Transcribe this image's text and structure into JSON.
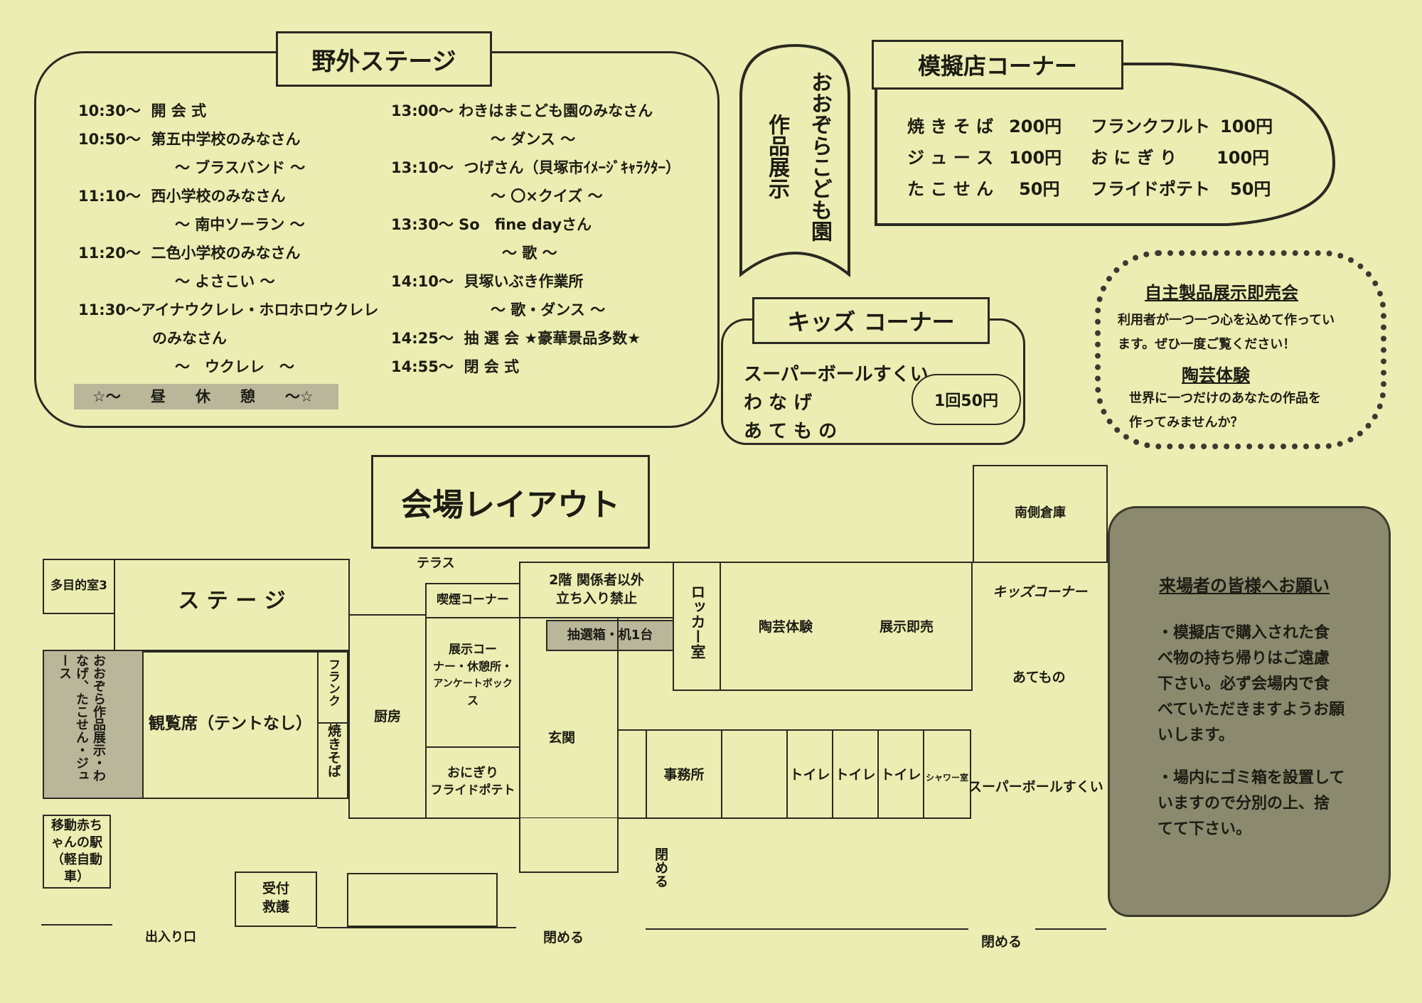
{
  "stage": {
    "title": "野外ステージ",
    "left": [
      {
        "time": "10:30〜",
        "text": "開 会 式"
      },
      {
        "time": "10:50〜",
        "text": "第五中学校のみなさん"
      },
      {
        "time": "",
        "text": "〜 ブラスバンド 〜"
      },
      {
        "time": "11:10〜",
        "text": "西小学校のみなさん"
      },
      {
        "time": "",
        "text": "〜 南中ソーラン 〜"
      },
      {
        "time": "11:20〜",
        "text": "二色小学校のみなさん"
      },
      {
        "time": "",
        "text": "〜 よさこい 〜"
      },
      {
        "time": "11:30〜",
        "text": "アイナウクレレ・ホロホロウクレレ"
      },
      {
        "time": "",
        "text": "のみなさん"
      },
      {
        "time": "",
        "text": "〜　ウクレレ　〜"
      }
    ],
    "lunch": "☆〜　　昼　　休　　憩　　〜☆",
    "right": [
      {
        "time": "13:00〜",
        "text": "わきはまこども園のみなさん"
      },
      {
        "time": "",
        "text": "〜 ダンス 〜"
      },
      {
        "time": "13:10〜",
        "text": "つげさん（貝塚市ｲﾒｰｼﾞｷｬﾗｸﾀｰ）"
      },
      {
        "time": "",
        "text": "〜 〇×クイズ 〜"
      },
      {
        "time": "13:30〜",
        "text": "So　fine dayさん"
      },
      {
        "time": "",
        "text": "〜 歌 〜"
      },
      {
        "time": "14:10〜",
        "text": "貝塚いぶき作業所"
      },
      {
        "time": "",
        "text": "〜 歌・ダンス 〜"
      },
      {
        "time": "14:25〜",
        "text": "抽 選 会 ★豪華景品多数★"
      },
      {
        "time": "14:55〜",
        "text": "閉 会 式"
      }
    ]
  },
  "exhibit": {
    "line1": "作品展示",
    "line2": "おおぞらこども園"
  },
  "mogi": {
    "title": "模擬店コーナー",
    "items": [
      {
        "name": "焼 き そ ば",
        "price": "200円"
      },
      {
        "name": "ジ ュ ー ス",
        "price": "100円"
      },
      {
        "name": "た こ せ ん",
        "price": "50円"
      },
      {
        "name": "フランクフルト",
        "price": "100円"
      },
      {
        "name": "お に ぎ り",
        "price": "100円"
      },
      {
        "name": "フライドポテト",
        "price": "50円"
      }
    ]
  },
  "kids": {
    "title": "キッズ コーナー",
    "items": [
      "スーパーボールすくい",
      "わ な げ",
      "あ て も の"
    ],
    "price": "1回50円"
  },
  "selfmade": {
    "title": "自主製品展示即売会",
    "text1": "利用者が一つ一つ心を込めて作ってい",
    "text2": "ます。ぜひ一度ご覧ください！",
    "title2": "陶芸体験",
    "text3": "世界に一つだけのあなたの作品を",
    "text4": "作ってみませんか？"
  },
  "layout": {
    "title": "会場レイアウト",
    "rooms": {
      "tamokuteki": "多目的室3",
      "stage": "ス テ ー ジ",
      "terrace": "テラス",
      "kitsuen": "喫煙コーナー",
      "nikai1": "2階 関係者以外",
      "nikai2": "立ち入り禁止",
      "chusen": "抽選箱・机1台",
      "locker": "ロッカー室",
      "tougei": "陶芸体験",
      "hanbai": "展示即売",
      "minami": "南側倉庫",
      "kidscorner": "キッズコーナー",
      "atemono": "あてもの",
      "superball": "スーパーボールすくい",
      "ozora": "おおぞら作品展示・わなげ、たこせん・ジュース",
      "kanran": "観覧席（テントなし）",
      "frank": "フランク",
      "yakisoba": "焼きそば",
      "chubo": "厨房",
      "tenji1": "展示コー",
      "tenji2": "ナー・休憩所・",
      "tenji3": "アンケートボック",
      "tenji4": "ス",
      "onigiri1": "おにぎり",
      "onigiri2": "フライドポテト",
      "genkan": "玄関",
      "jimusho": "事務所",
      "toilet": "トイレ",
      "shower": "シャワー室",
      "akachan": "移動赤ちゃんの駅（軽自動車）",
      "uketsuke1": "受付",
      "uketsuke2": "救護",
      "deiriguchi": "出入り口",
      "shimeru": "閉める"
    }
  },
  "notice": {
    "title": "来場者の皆様へお願い",
    "p1": [
      "・模擬店で購入された食",
      "べ物の持ち帰りはご遠慮",
      "下さい。必ず会場内で食",
      "べていただきますようお願",
      "いします。"
    ],
    "p2": [
      "・場内にゴミ箱を設置して",
      "いますので分別の上、捨",
      "てて下さい。"
    ]
  }
}
